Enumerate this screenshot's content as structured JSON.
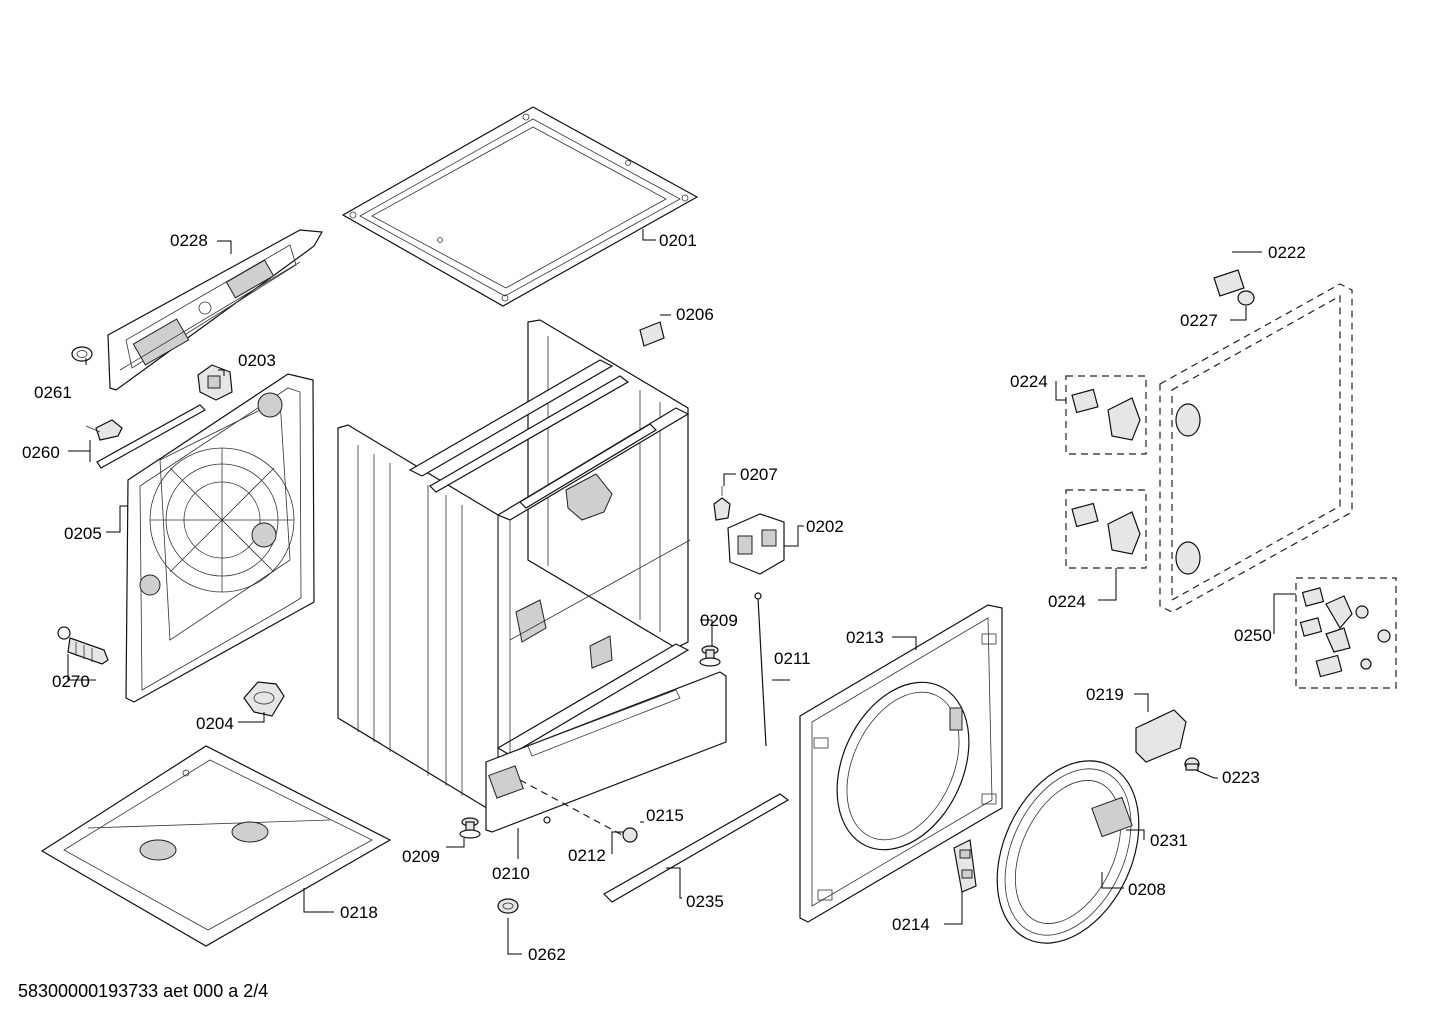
{
  "labels": {
    "p0201": "0201",
    "p0202": "0202",
    "p0203": "0203",
    "p0204": "0204",
    "p0205": "0205",
    "p0206": "0206",
    "p0207": "0207",
    "p0208": "0208",
    "p0209a": "0209",
    "p0209b": "0209",
    "p0210": "0210",
    "p0211": "0211",
    "p0212": "0212",
    "p0213": "0213",
    "p0214": "0214",
    "p0215": "0215",
    "p0218": "0218",
    "p0219": "0219",
    "p0222": "0222",
    "p0223": "0223",
    "p0224a": "0224",
    "p0224b": "0224",
    "p0227": "0227",
    "p0228": "0228",
    "p0231": "0231",
    "p0235": "0235",
    "p0250": "0250",
    "p0260": "0260",
    "p0261": "0261",
    "p0262": "0262",
    "p0270": "0270"
  },
  "footer": {
    "doc_ref": "58300000193733 aet 000 a 2/4"
  }
}
